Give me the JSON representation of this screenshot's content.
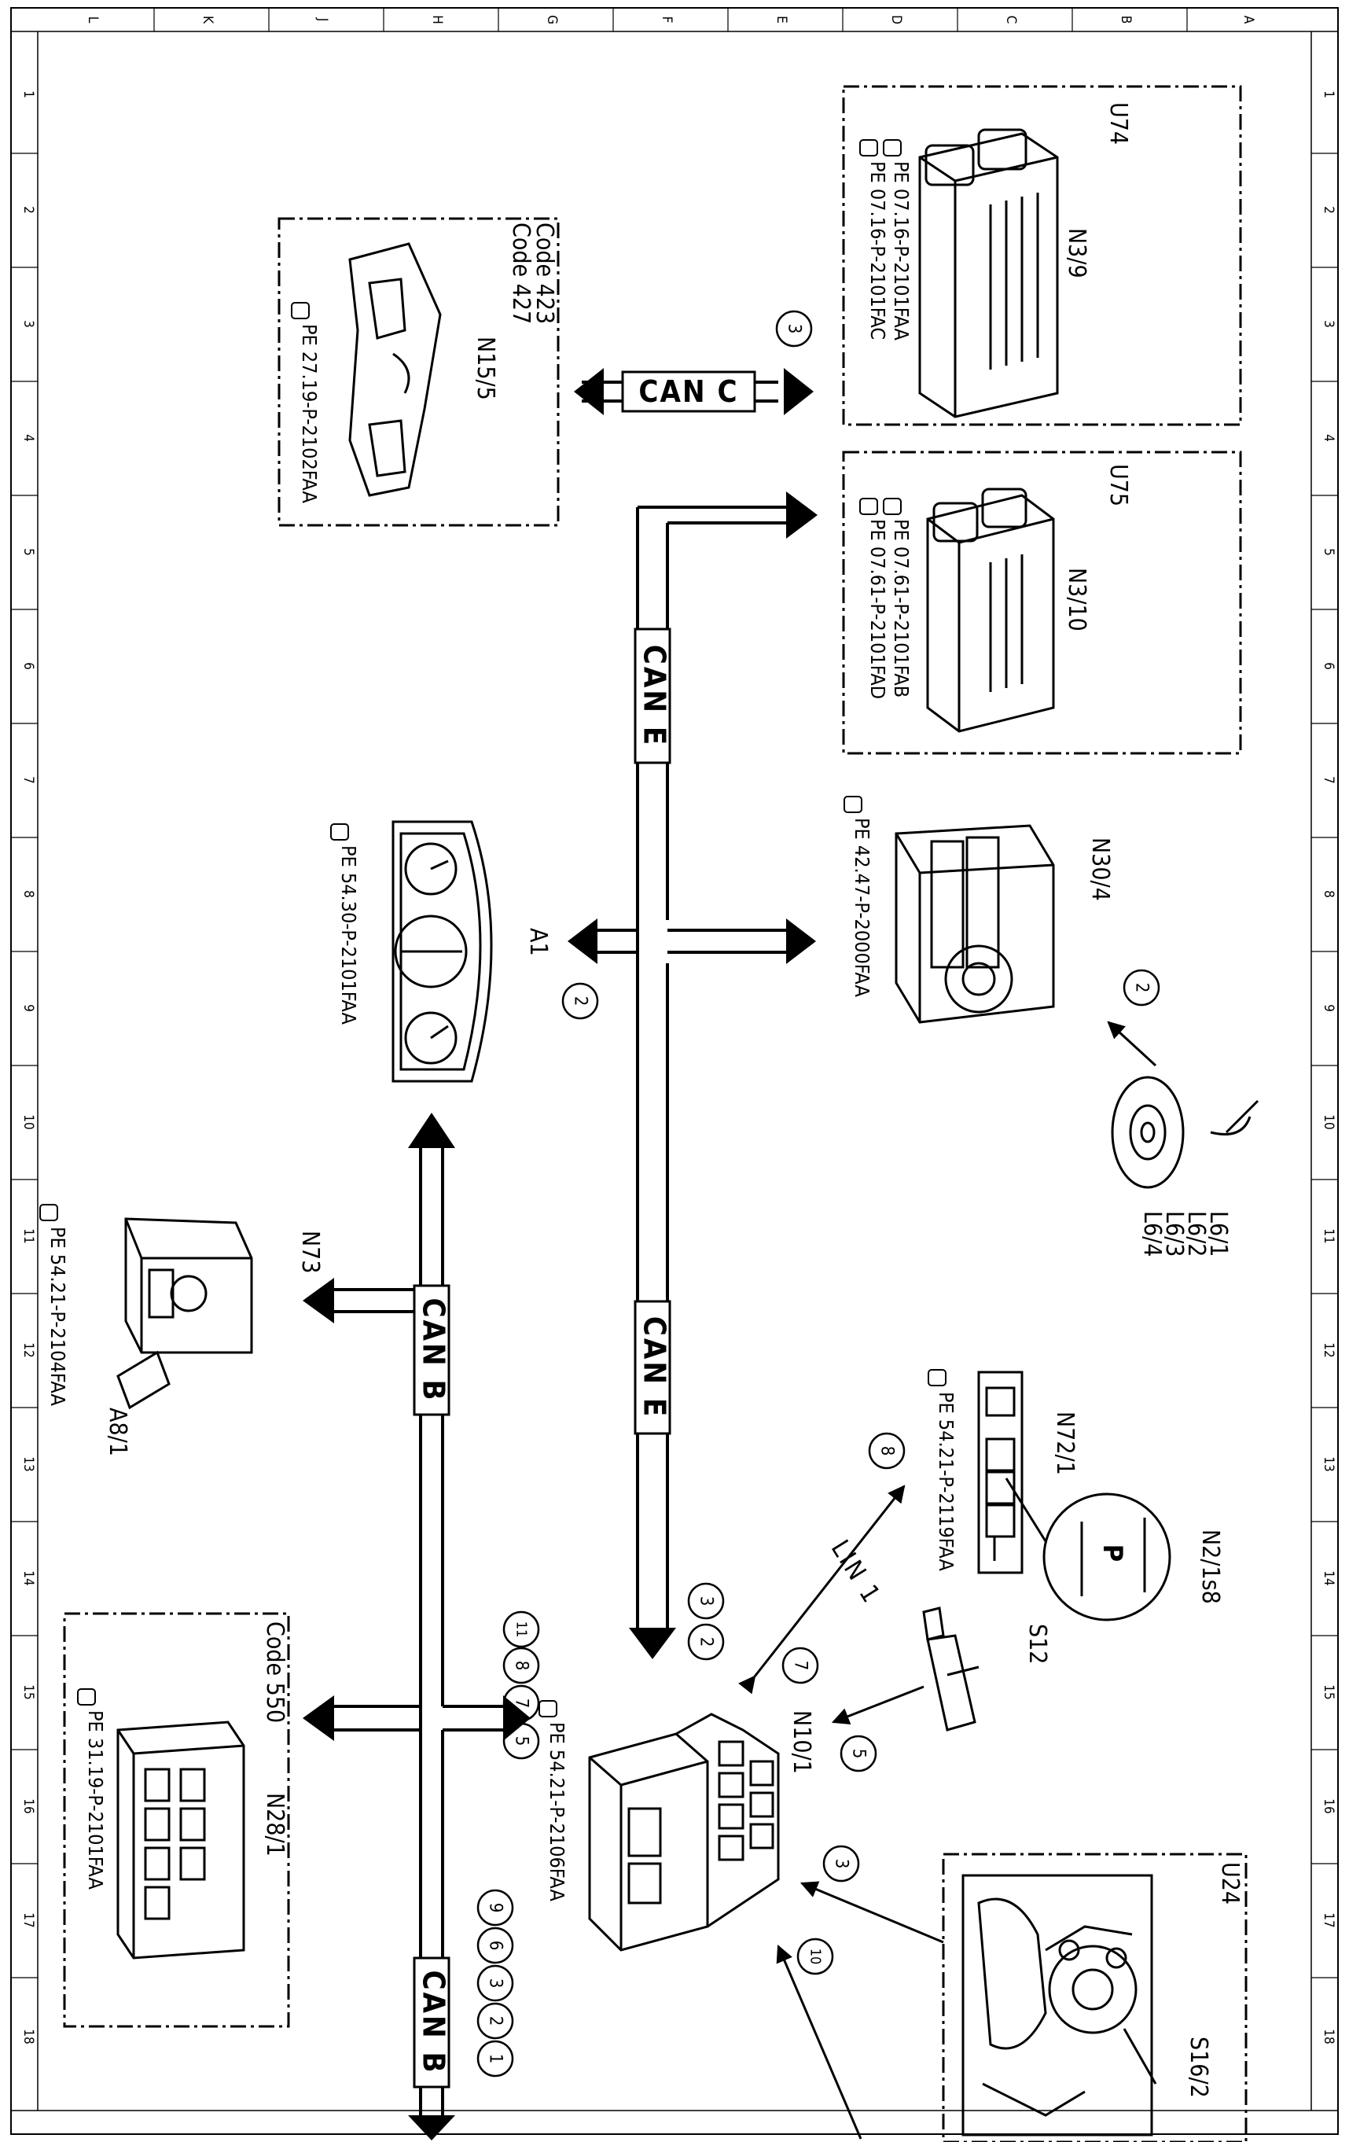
{
  "frame": {
    "col_letters": [
      "L",
      "K",
      "J",
      "H",
      "G",
      "F",
      "E",
      "D",
      "C",
      "B",
      "A"
    ],
    "row_numbers": [
      "1",
      "2",
      "3",
      "4",
      "5",
      "6",
      "7",
      "8",
      "9",
      "10",
      "11",
      "12",
      "13",
      "14",
      "15",
      "16",
      "17",
      "18"
    ]
  },
  "buses": {
    "can_c": "CAN C",
    "can_e_upper": "CAN E",
    "can_e_lower": "CAN E",
    "can_b_upper": "CAN B",
    "can_b_lower": "CAN B",
    "lin1": "LIN 1"
  },
  "components": {
    "u74": {
      "code": "U74",
      "name": "N3/9",
      "refs": [
        "PE 07.16-P-2101FAA",
        "PE 07.16-P-2101FAC"
      ]
    },
    "u75": {
      "code": "U75",
      "name": "N3/10",
      "refs": [
        "PE 07.61-P-2101FAB",
        "PE 07.61-P-2101FAD"
      ]
    },
    "n15_5": {
      "codes": [
        "Code 423",
        "Code 427"
      ],
      "name": "N15/5",
      "ref": "PE 27.19-P-2102FAA"
    },
    "n30_4": {
      "name": "N30/4",
      "ref": "PE 42.47-P-2000FAA"
    },
    "a1": {
      "name": "A1",
      "ref": "PE 54.30-P-2101FAA"
    },
    "wheel_sensors": {
      "names": [
        "L6/1",
        "L6/2",
        "L6/3",
        "L6/4"
      ]
    },
    "n73": {
      "name": "N73",
      "name2": "A8/1",
      "ref": "PE 54.21-P-2104FAA"
    },
    "n72_1": {
      "name": "N72/1",
      "ref": "PE 54.21-P-2119FAA"
    },
    "n2_1s8": {
      "name": "N2/1s8",
      "symbol": "P"
    },
    "s12": {
      "name": "S12"
    },
    "n10_1": {
      "name": "N10/1",
      "ref": "PE 54.21-P-2106FAA"
    },
    "n28_1": {
      "code": "Code 550",
      "name": "N28/1",
      "ref": "PE 31.19-P-2101FAA"
    },
    "u24": {
      "code": "U24",
      "name": "S16/2"
    }
  },
  "callouts": {
    "can_c": "3",
    "a1": "2",
    "wheel": "2",
    "lin": "8",
    "s12": "5",
    "n10_top": [
      "3",
      "2"
    ],
    "n10_lin": "7",
    "n10_u24": "3",
    "n10_bottom": "10",
    "n28_list": [
      "11",
      "8",
      "7",
      "5"
    ],
    "canb_list": [
      "9",
      "6",
      "3",
      "2",
      "1"
    ]
  }
}
